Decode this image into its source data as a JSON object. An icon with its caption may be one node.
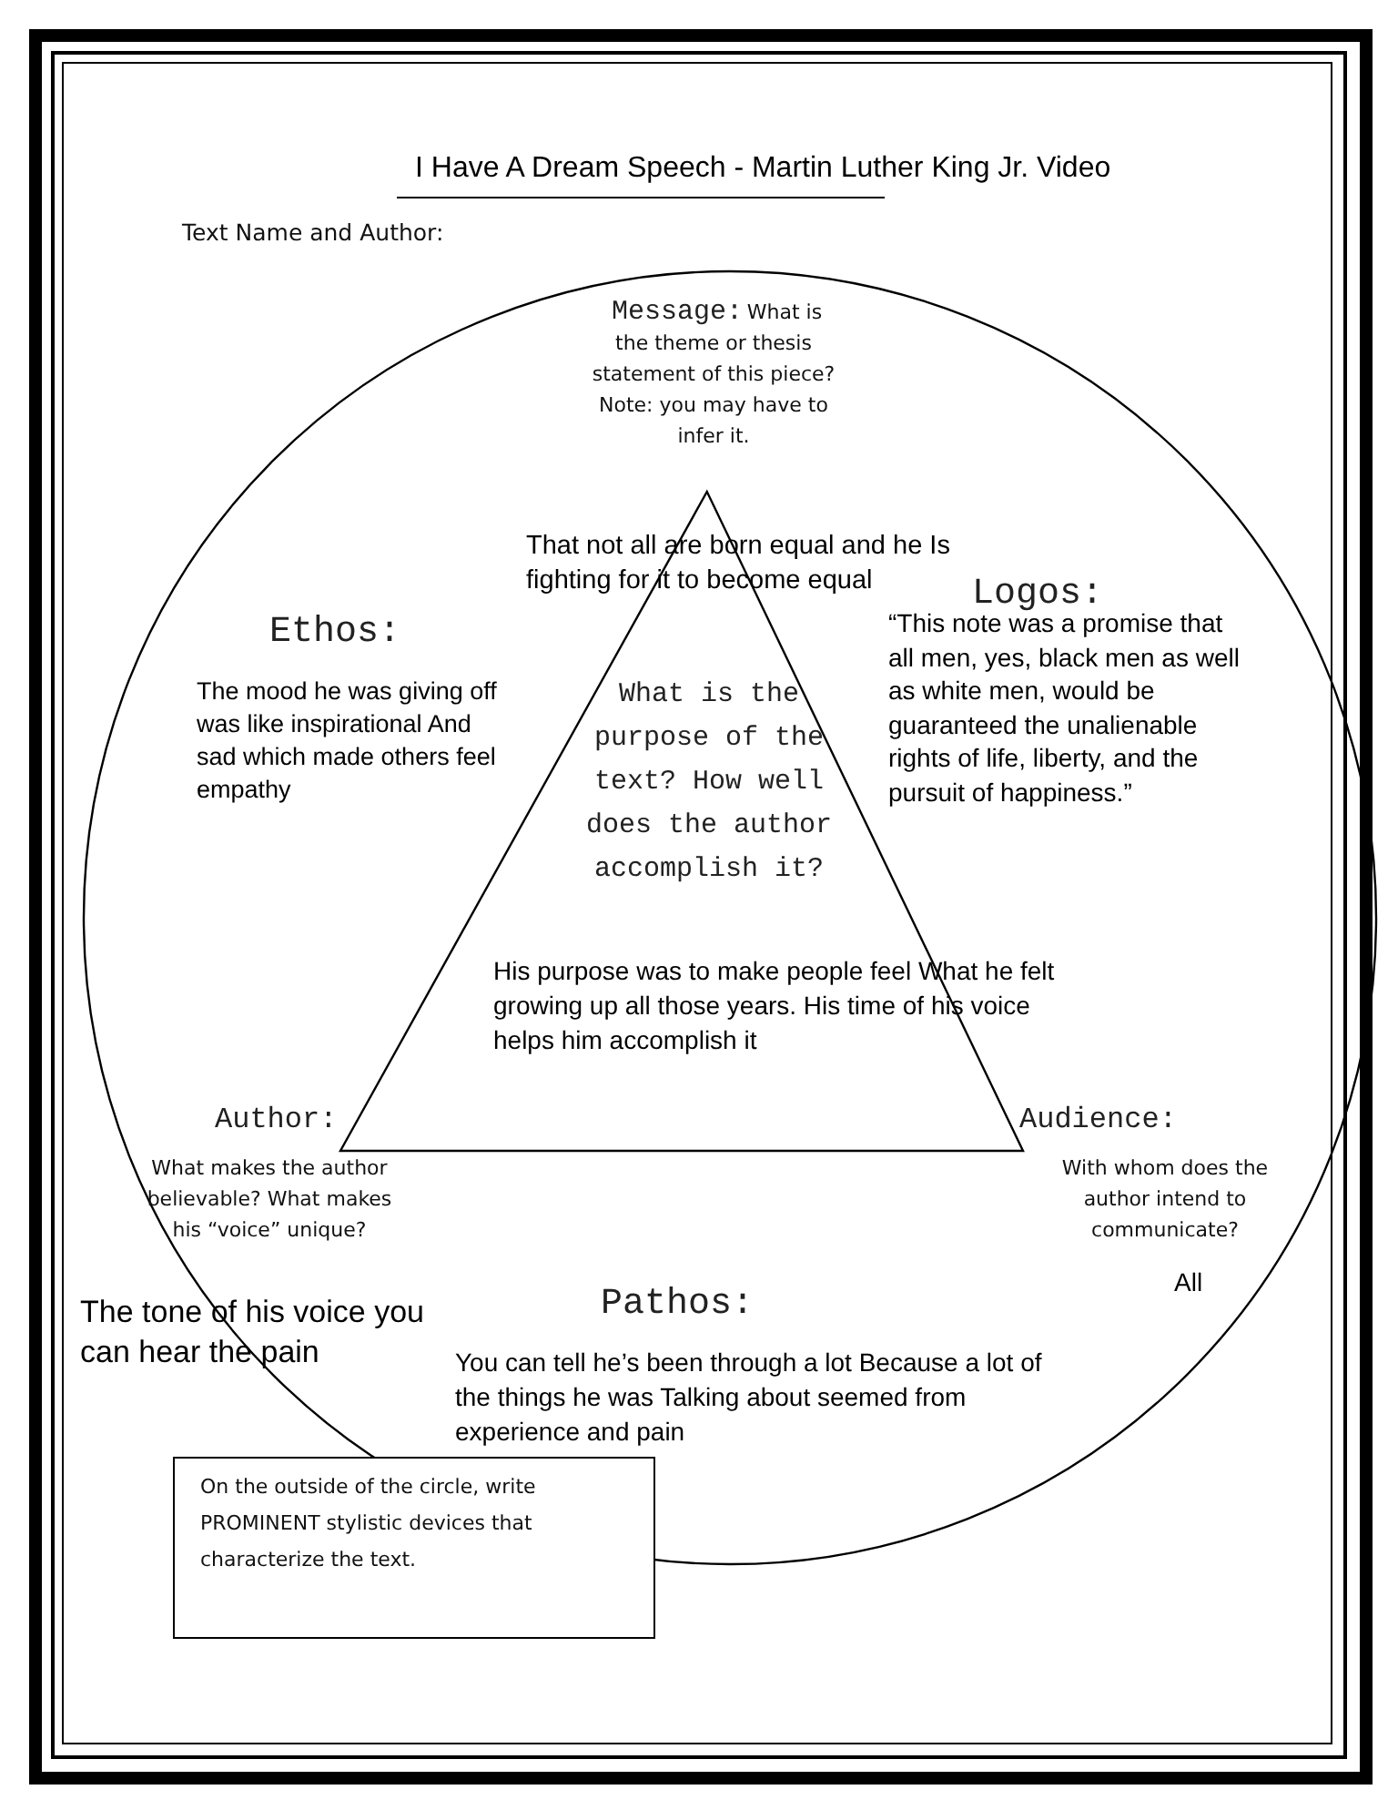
{
  "diagram": {
    "title": "Text Name and Author:",
    "nodes": [
      {
        "text": [],
        "shape": "circle"
      },
      {
        "text": [
          "What is the purpose of the text? How well does the author accomplish it?",
          "His purpose was to make people feel What he felt growing up all those years. His time of his voice helps him accomplish it"
        ],
        "in": 0
      },
      {
        "text": [
          "On the outside of the circle, write PROMINENT stylistic devices that characterize the text."
        ]
      }
    ],
    "edges": [],
    "labels": [
      "I Have A Dream Speech - Martin Luther King Jr. Video",
      "Message:",
      "What is the theme or thesis statement of this piece? Note: you may have to infer it.",
      "That not all are born equal and he Is fighting for it to become equal",
      "Ethos:",
      "The mood he was giving off was like inspirational And sad which made others feel empathy",
      "Logos:",
      "“This note was a promise that all men, yes, black men as well as white men, would be guaranteed the unalienable rights of life, liberty, and the pursuit of happiness.”",
      "Author:",
      "What makes the author believable? What makes his “voice” unique?",
      "Audience:",
      "With whom does the author intend to communicate?",
      "All",
      "The tone of his voice you can hear the pain",
      "Pathos:",
      "You can tell he’s been through a lot Because a lot of the things he was Talking about seemed from experience and pain"
    ]
  }
}
